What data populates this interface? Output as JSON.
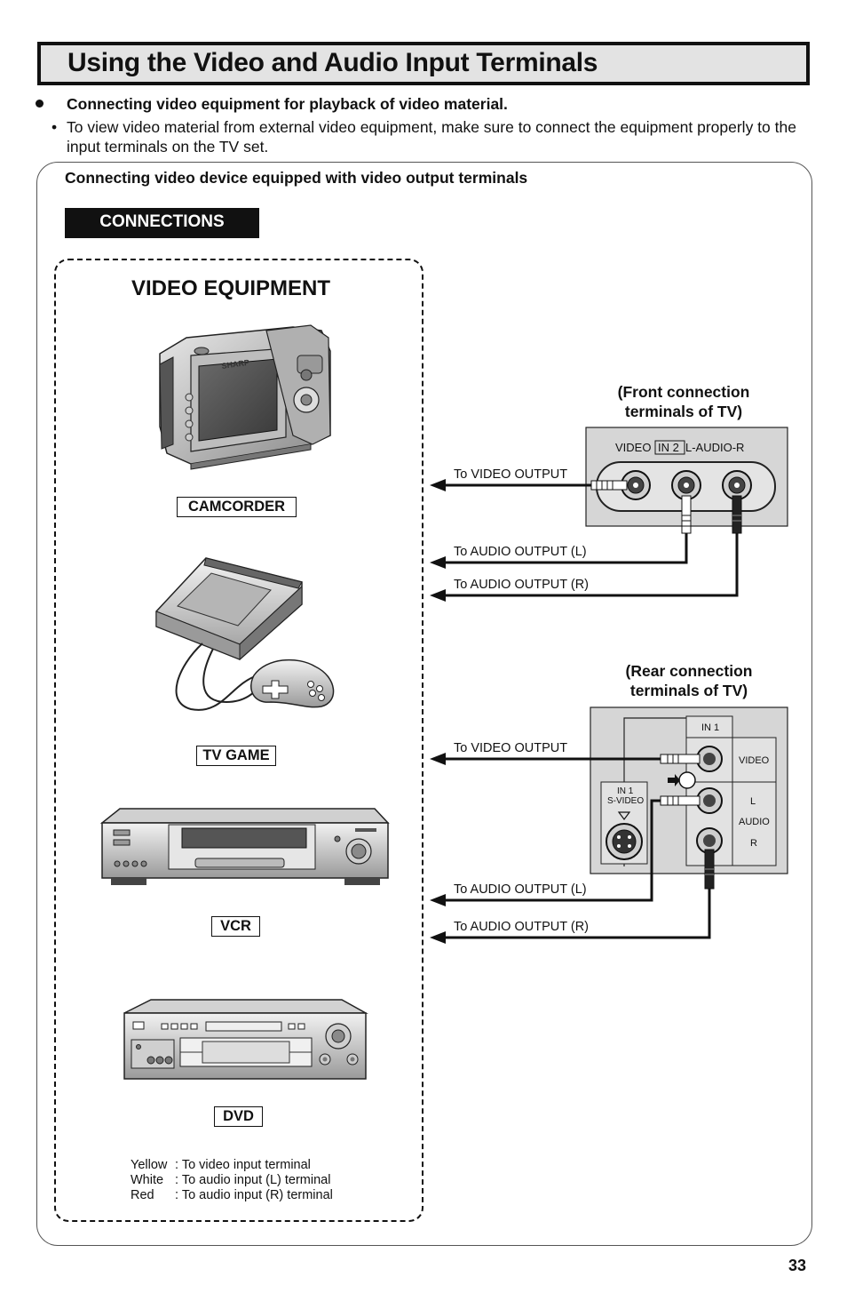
{
  "page": {
    "title": "Using the Video and Audio Input Terminals",
    "bullet_heading": "Connecting video equipment for playback of video material.",
    "sub_bullet_mark": "•",
    "sub_bullet": "To view video material from external video equipment, make sure to connect the equipment properly to the input terminals on the TV set.",
    "page_number": "33"
  },
  "section": {
    "heading": "Connecting video device equipped with video output terminals",
    "connections_label": "CONNECTIONS"
  },
  "equipment": {
    "heading": "VIDEO EQUIPMENT",
    "camcorder_brand": "SHARP",
    "devices": [
      {
        "label": "CAMCORDER",
        "icon": "camcorder-icon"
      },
      {
        "label": "TV GAME",
        "icon": "game-console-icon"
      },
      {
        "label": "VCR",
        "icon": "vcr-icon"
      },
      {
        "label": "DVD",
        "icon": "dvd-player-icon"
      }
    ],
    "legend": [
      {
        "color": "Yellow",
        "sep": ":",
        "text": "To video input terminal"
      },
      {
        "color": "White",
        "sep": ":",
        "text": "To audio input (L) terminal"
      },
      {
        "color": "Red",
        "sep": ":",
        "text": "To audio input (R) terminal"
      }
    ]
  },
  "front_panel": {
    "caption_line1": "(Front connection",
    "caption_line2": "terminals of TV)",
    "label_video": "VIDEO",
    "label_in": "IN 2",
    "label_audio": "L-AUDIO-R",
    "connections": [
      "To VIDEO OUTPUT",
      "To AUDIO OUTPUT (L)",
      "To AUDIO OUTPUT (R)"
    ]
  },
  "rear_panel": {
    "caption_line1": "(Rear connection",
    "caption_line2": "terminals of TV)",
    "label_in1": "IN 1",
    "label_svideo_in": "IN 1",
    "label_svideo": "S-VIDEO",
    "label_video": "VIDEO",
    "label_l": "L",
    "label_audio": "AUDIO",
    "label_r": "R",
    "connections": [
      "To VIDEO OUTPUT",
      "To AUDIO OUTPUT (L)",
      "To AUDIO OUTPUT (R)"
    ]
  },
  "colors": {
    "title_bar_bg": "#e3e3e3",
    "connections_bg": "#111111",
    "panel_bg": "#d6d6d6"
  }
}
